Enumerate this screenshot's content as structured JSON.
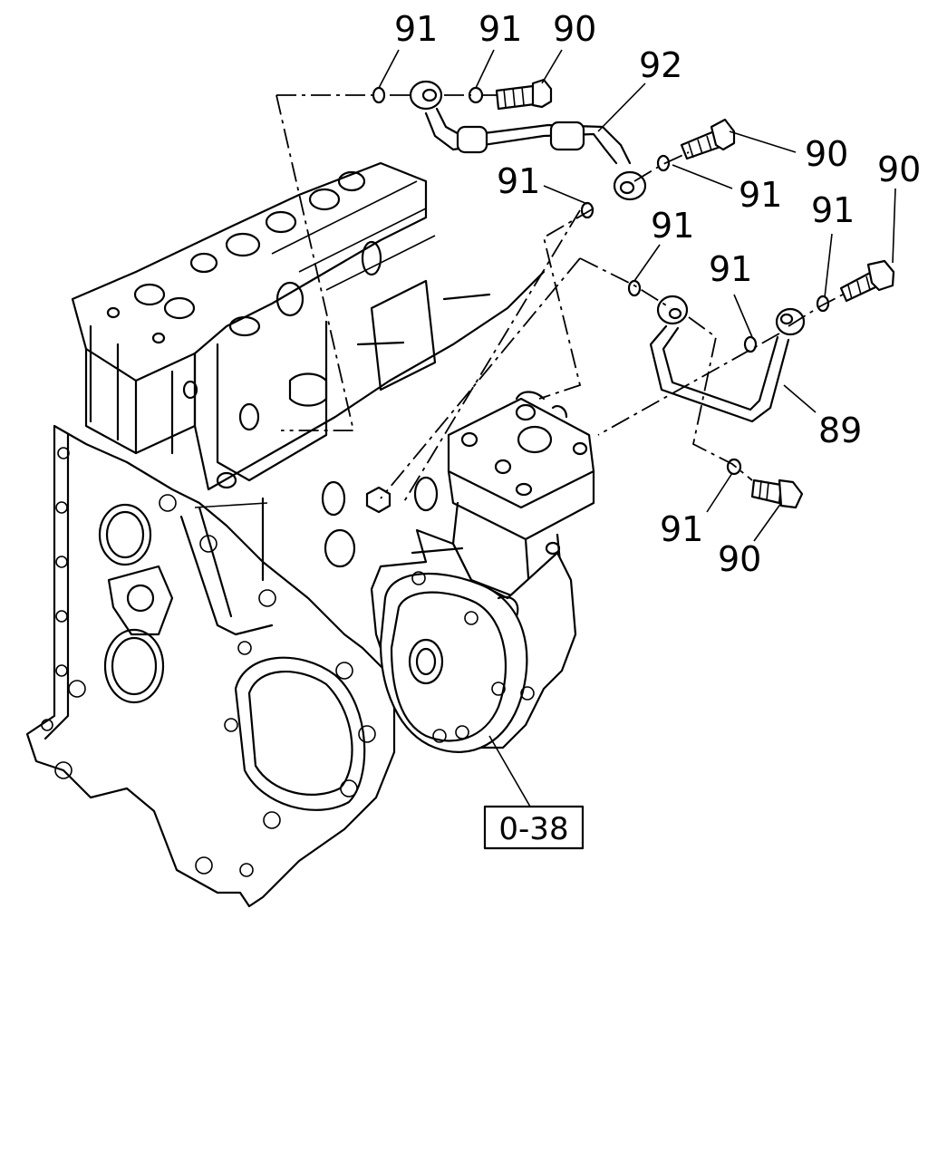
{
  "diagram": {
    "callouts": [
      {
        "id": "c1",
        "label": "91"
      },
      {
        "id": "c2",
        "label": "91"
      },
      {
        "id": "c3",
        "label": "90"
      },
      {
        "id": "c4",
        "label": "92"
      },
      {
        "id": "c5",
        "label": "90"
      },
      {
        "id": "c6",
        "label": "91"
      },
      {
        "id": "c7",
        "label": "91"
      },
      {
        "id": "c8",
        "label": "90"
      },
      {
        "id": "c9",
        "label": "91"
      },
      {
        "id": "c10",
        "label": "91"
      },
      {
        "id": "c11",
        "label": "91"
      },
      {
        "id": "c12",
        "label": "89"
      },
      {
        "id": "c13",
        "label": "91"
      },
      {
        "id": "c14",
        "label": "90"
      }
    ],
    "reference_box": {
      "label": "0-38"
    }
  }
}
